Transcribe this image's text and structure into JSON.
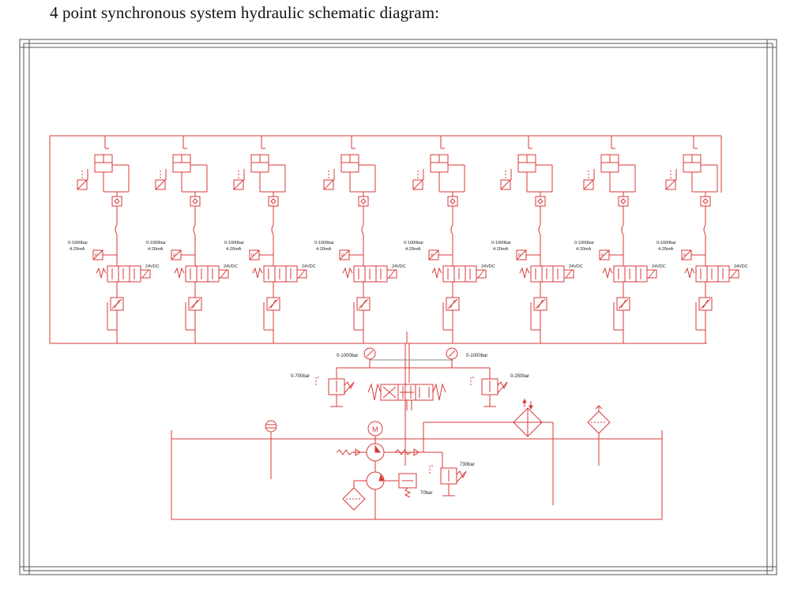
{
  "title": "4 point synchronous system hydraulic schematic diagram:",
  "colors": {
    "line": "#d83a3a",
    "frame": "#555555",
    "text": "#222222"
  },
  "branch": {
    "sensor_range": "0-1000bar",
    "sensor_signal": "4-20mA",
    "sensor_letter": "P",
    "coil_voltage": "24VDC",
    "count": 8
  },
  "manifold": {
    "gauge_left_label": "0-1000bar",
    "gauge_right_label": "0-1000bar",
    "relief_left_label": "0-700bar",
    "relief_right_label": "0-250bar"
  },
  "power_unit": {
    "motor_label": "M",
    "relief_label": "730bar",
    "sequence_label": "70bar"
  }
}
